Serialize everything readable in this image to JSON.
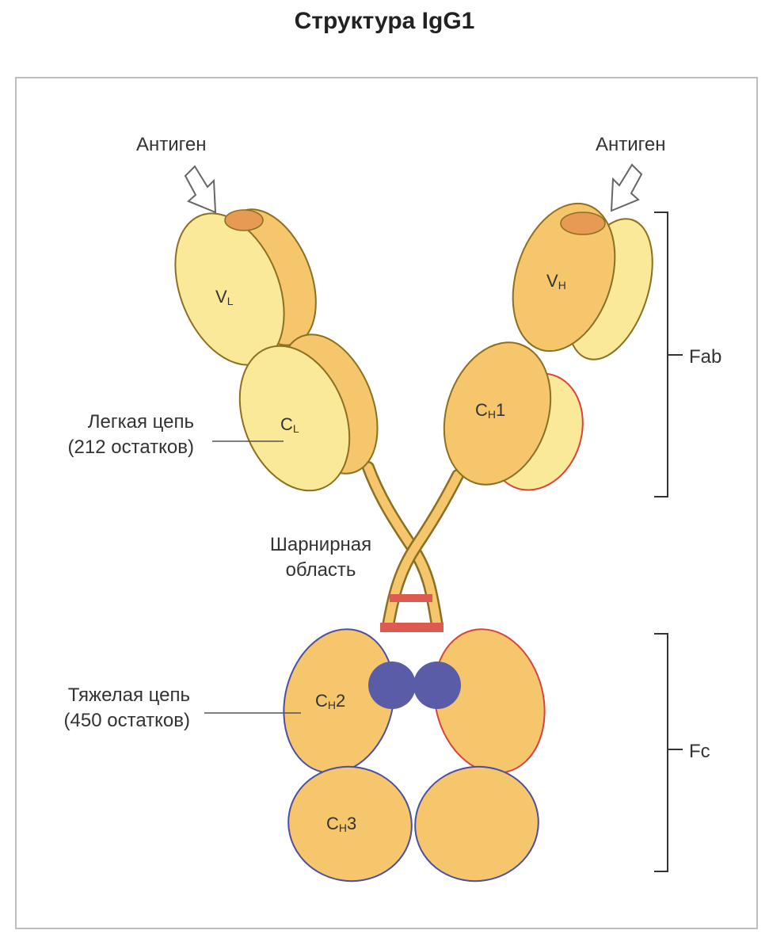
{
  "title": "Структура IgG1",
  "labels": {
    "antigen_left": "Антиген",
    "antigen_right": "Антиген",
    "light_chain_line1": "Легкая цепь",
    "light_chain_line2": "(212 остатков)",
    "hinge_line1": "Шарнирная",
    "hinge_line2": "область",
    "heavy_chain_line1": "Тяжелая цепь",
    "heavy_chain_line2": "(450 остатков)",
    "fab": "Fab",
    "fc": "Fc"
  },
  "domains": {
    "vl": {
      "main": "V",
      "sub": "L"
    },
    "cl": {
      "main": "C",
      "sub": "L"
    },
    "vh": {
      "main": "V",
      "sub": "H"
    },
    "ch1": {
      "main": "C",
      "sub": "H",
      "num": "1"
    },
    "ch2": {
      "main": "C",
      "sub": "H",
      "num": "2"
    },
    "ch3": {
      "main": "C",
      "sub": "H",
      "num": "3"
    }
  },
  "colors": {
    "heavy_fill": "#f6c66c",
    "light_fill": "#fbe99a",
    "antigen_site": "#e79a54",
    "disulfide": "#dd5a50",
    "carbohydrate": "#5a5ca8",
    "heavy_outline": "#4b4fa3",
    "hinge_outline": "#d9433c"
  }
}
